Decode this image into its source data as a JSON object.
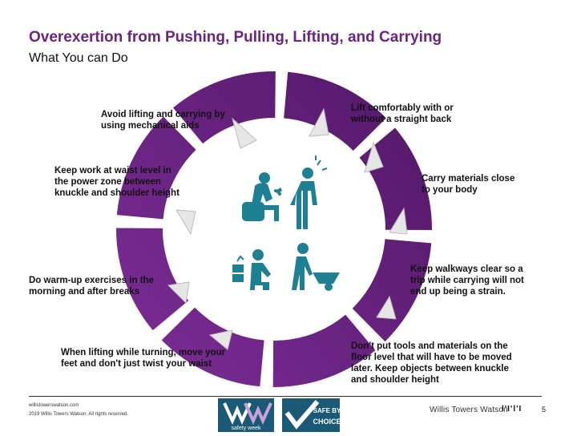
{
  "header": {
    "title": "Overexertion from Pushing, Pulling, Lifting, and Carrying",
    "subtitle": "What You can Do"
  },
  "tips": [
    "Avoid lifting and carrying by using mechanical aids",
    "Lift comfortably with or without a straight back",
    "Keep work at waist level in the power zone between knuckle and shoulder height",
    "Carry materials close to your body",
    "Do warm-up exercises in the morning and after breaks",
    "Keep walkways clear so a trip while carrying will not end up being a strain.",
    "When lifting while turning, move your feet and don't just twist your waist",
    "Don't put tools and materials on the floor level that will have to be moved later. Keep objects between knuckle and shoulder height"
  ],
  "footer": {
    "url": "willistowerswatson.com",
    "copyright": "2019 Willis Towers Watson. All rights reserved.",
    "badge1_text": "safety week",
    "badge2_text": "SAFE BY CHOICE",
    "brand": "Willis Towers Watson",
    "brand_mark": "l'I'l'I",
    "page_number": "5"
  },
  "colors": {
    "accent": "#6b2483",
    "icon_teal": "#1f7f93",
    "badge_blue": "#1a5a76"
  }
}
